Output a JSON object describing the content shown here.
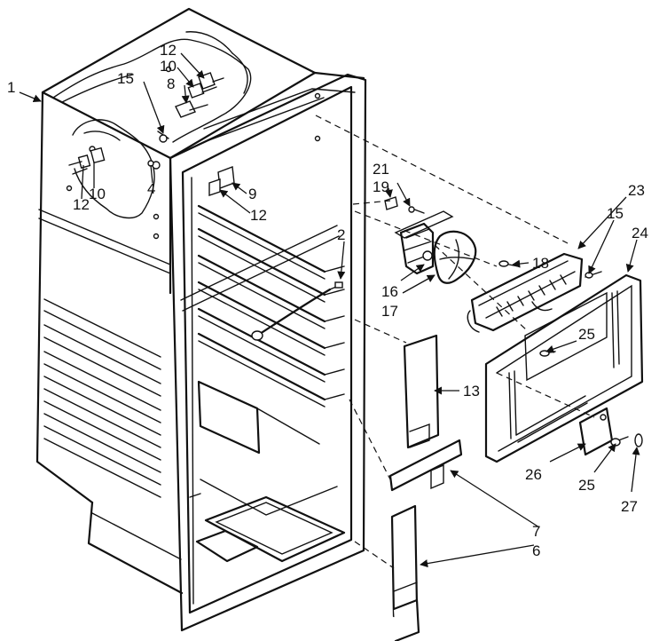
{
  "labels": {
    "l1": "1",
    "l2": "2",
    "l4": "4",
    "l6": "6",
    "l7": "7",
    "l8": "8",
    "l9": "9",
    "l10a": "10",
    "l10b": "10",
    "l12a": "12",
    "l12b": "12",
    "l12c": "12",
    "l13": "13",
    "l15a": "15",
    "l15b": "15",
    "l16": "16",
    "l17": "17",
    "l18": "18",
    "l19": "19",
    "l21": "21",
    "l23": "23",
    "l24": "24",
    "l25a": "25",
    "l25b": "25",
    "l26": "26",
    "l27": "27"
  },
  "colors": {
    "ink": "#111111",
    "paper": "#ffffff"
  }
}
